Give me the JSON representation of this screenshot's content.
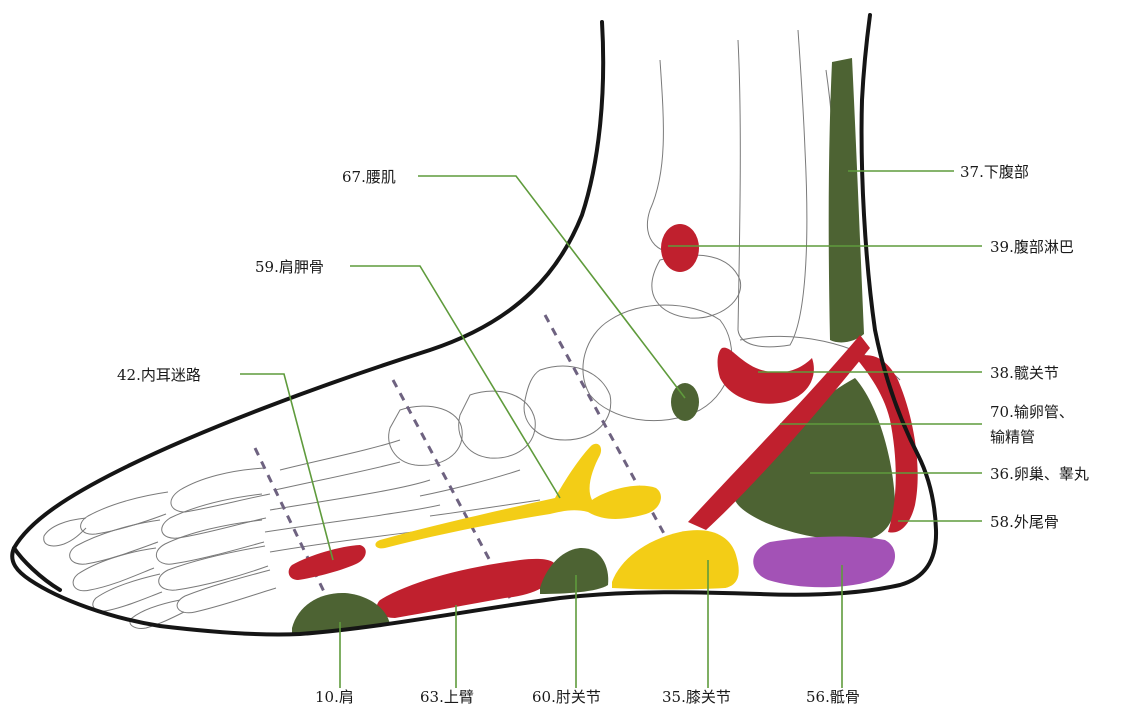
{
  "labels": {
    "l67": "67.腰肌",
    "l59": "59.肩胛骨",
    "l42": "42.内耳迷路",
    "l37": "37.下腹部",
    "l39": "39.腹部淋巴",
    "l38": "38.髋关节",
    "l70a": "70.输卵管、",
    "l70b": "输精管",
    "l36": "36.卵巢、睾丸",
    "l58": "58.外尾骨",
    "l10": "10.肩",
    "l63": "63.上臂",
    "l60": "60.肘关节",
    "l35": "35.膝关节",
    "l56": "56.骶骨"
  },
  "colors": {
    "red": "#c0202e",
    "green": "#4d6333",
    "yellow": "#f3cd16",
    "purple": "#a352b6",
    "leader": "#5f9b3c",
    "outline": "#151515"
  }
}
